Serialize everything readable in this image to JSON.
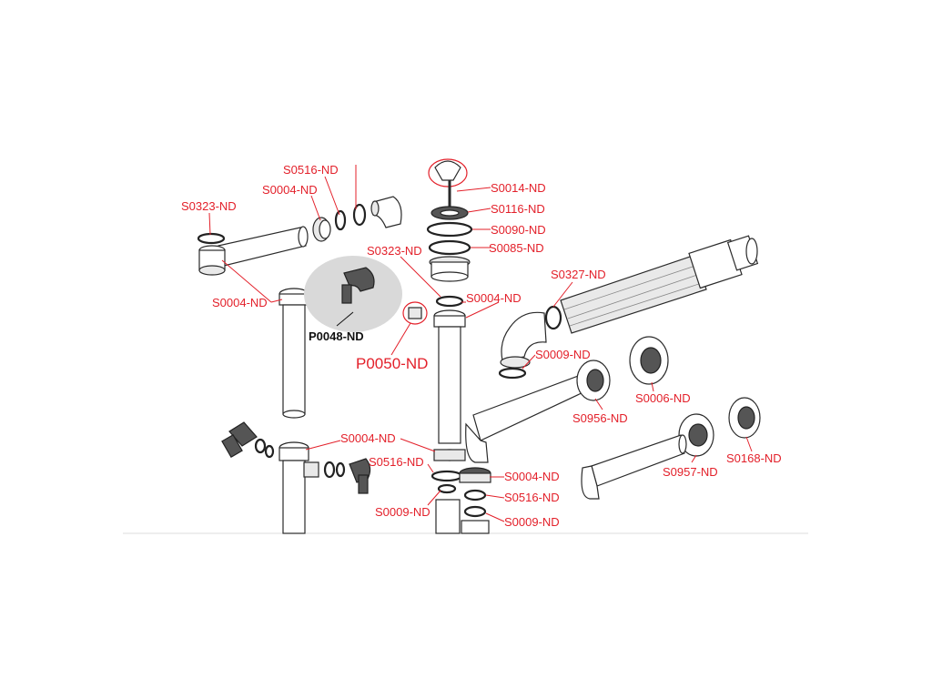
{
  "parts": {
    "s0516_top": "S0516-ND",
    "s0004_top": "S0004-ND",
    "s0323_left": "S0323-ND",
    "s0004_left": "S0004-ND",
    "p0048": "P0048-ND",
    "s0014": "S0014-ND",
    "s0116": "S0116-ND",
    "s0090": "S0090-ND",
    "s0085": "S0085-ND",
    "s0323_mid": "S0323-ND",
    "s0004_mid": "S0004-ND",
    "p0050": "P0050-ND",
    "s0327": "S0327-ND",
    "s0009_right": "S0009-ND",
    "s0006": "S0006-ND",
    "s0956": "S0956-ND",
    "s0004_low": "S0004-ND",
    "s0516_low": "S0516-ND",
    "s0004_low2": "S0004-ND",
    "s0516_low2": "S0516-ND",
    "s0009_low": "S0009-ND",
    "s0009_low2": "S0009-ND",
    "s0957": "S0957-ND",
    "s0168": "S0168-ND"
  },
  "colors": {
    "label": "#e3202a",
    "highlight_label": "#111111",
    "line_art": "#2a2a2a"
  }
}
